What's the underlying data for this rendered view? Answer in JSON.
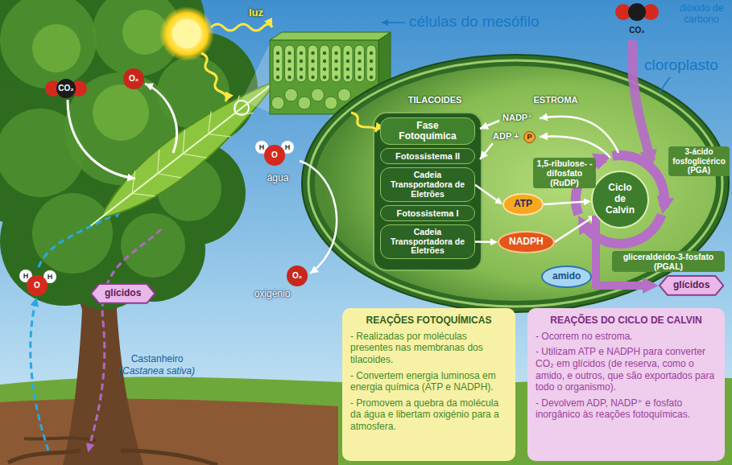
{
  "diagram": {
    "nodes": [
      {
        "text": [
          "Fase Fotoquímica"
        ]
      },
      {
        "text": [
          "Fotossistema II"
        ]
      },
      {
        "text": [
          "Cadeia Transportadora de Eletrões"
        ]
      },
      {
        "text": [
          "Fotossistema I"
        ]
      },
      {
        "text": [
          "Cadeia Transportadora de Eletrões"
        ]
      },
      {
        "text": [
          "P"
        ]
      },
      {
        "text": [
          "ATP"
        ]
      },
      {
        "text": [
          "NADPH"
        ]
      },
      {
        "text": [
          "amido"
        ]
      },
      {
        "text": [
          "Ciclo de Calvin"
        ]
      },
      {
        "text": [
          "glícidos"
        ]
      },
      {
        "text": [
          "glícidos"
        ]
      },
      {
        "text": [
          "REAÇÕES FOTOQUÍMICAS",
          "- Realizadas por moléculas presentes nas membranas dos tilacoides.",
          "- Convertem energia luminosa em energia química (ATP e NADPH).",
          "- Promovem a quebra da molécula da água e libertam oxigénio para a atmosfera."
        ]
      },
      {
        "text": [
          "REAÇÕES DO CICLO DE CALVIN",
          "- Ocorrem no estroma.",
          "- Utilizam ATP e NADPH para converter CO₂ em glícidos (de reserva, como o amido, e outros, que são exportados para todo o organismo).",
          "- Devolvem ADP, NADP⁺ e fosfato inorgânico às reações fotoquímicas."
        ]
      }
    ],
    "edges": [
      {
        "from": 2,
        "to": 6,
        "arrow": "to"
      },
      {
        "from": 4,
        "to": 7,
        "arrow": "to"
      },
      {
        "from": 6,
        "to": 9,
        "arrow": "to"
      },
      {
        "from": 7,
        "to": 9,
        "arrow": "to"
      },
      {
        "from": 9,
        "to": 10,
        "arrow": "to"
      }
    ],
    "labels": [
      "luz",
      "células do mesófilo",
      "CO₂",
      "dióxido de carbono",
      "CO₂",
      "O₂",
      "cloroplasto",
      "TILACOIDES",
      "ESTROMA",
      "NADP⁺",
      "ADP +",
      "1,5-ribulose- -difosfato (RuDP)",
      "3-ácido fosfoglicérico (PGA)",
      "H",
      "O",
      "H",
      "água",
      "gliceraldeído-3-fosfato (PGAL)",
      "O₂",
      "oxigénio",
      "H",
      "O",
      "H",
      "Castanheiro",
      "(Castanea sativa)"
    ]
  }
}
